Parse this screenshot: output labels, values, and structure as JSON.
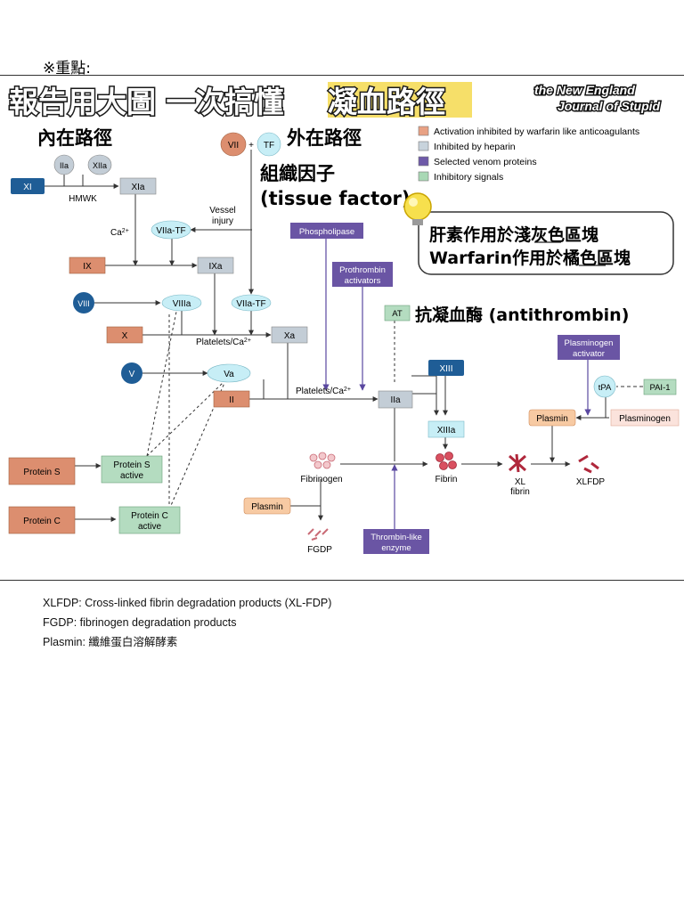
{
  "header": {
    "heading": "※重點:"
  },
  "figure": {
    "title_plain": "報告用大圖 一次搞懂",
    "title_highlight": "凝血路徑",
    "journal_line1": "the New England",
    "journal_line2": "Journal of Stupid",
    "intrinsic_label": "內在路徑",
    "extrinsic_label": "外在路徑",
    "tissue_factor_zh": "組織因子",
    "tissue_factor_en": "(tissue factor)",
    "callout_line1": "肝素作用於淺灰色區塊",
    "callout_line2": "Warfarin作用於橘色區塊",
    "antithrombin_label": "抗凝血酶 (antithrombin)",
    "legend": [
      {
        "label": "Activation inhibited by warfarin like anticoagulants",
        "color": "#e8a184"
      },
      {
        "label": "Inhibited by heparin",
        "color": "#c8d3dc"
      },
      {
        "label": "Selected venom proteins",
        "color": "#6e5aa8"
      },
      {
        "label": "Inhibitory signals",
        "color": "#a9d8b5"
      }
    ],
    "nodes": {
      "xi": "XI",
      "iia_top": "IIa",
      "xiia": "XIIa",
      "hmwk": "HMWK",
      "xia": "XIa",
      "vii": "VII",
      "plus": "+",
      "tf": "TF",
      "vessel_1": "Vessel",
      "vessel_2": "injury",
      "ca1": "Ca",
      "ca1_sup": "2+",
      "viia_tf_mid": "VIIa-TF",
      "ix": "IX",
      "ixa": "IXa",
      "viii": "VIII",
      "viiia": "VIIIa",
      "viia_tf_low": "VIIa-TF",
      "x": "X",
      "platelets1": "Platelets/Ca",
      "platelets1_sup": "2+",
      "xa": "Xa",
      "v": "V",
      "va": "Va",
      "ii": "II",
      "platelets2": "Platelets/Ca",
      "platelets2_sup": "2+",
      "iia": "IIa",
      "phospholipase": "Phospholipase",
      "prothrombin_1": "Prothrombin",
      "prothrombin_2": "activators",
      "at": "AT",
      "xiii": "XIII",
      "xiiia": "XIIIa",
      "plasminogen_act_1": "Plasminogen",
      "plasminogen_act_2": "activator",
      "tpa": "tPA",
      "pai1": "PAI-1",
      "plasmin_right": "Plasmin",
      "plasminogen": "Plasminogen",
      "protein_s": "Protein S",
      "protein_s_active_1": "Protein S",
      "protein_s_active_2": "active",
      "protein_c": "Protein C",
      "protein_c_active_1": "Protein C",
      "protein_c_active_2": "active",
      "fibrinogen": "Fibrinogen",
      "fibrin": "Fibrin",
      "xl_fibrin_1": "XL",
      "xl_fibrin_2": "fibrin",
      "xlfdp": "XLFDP",
      "plasmin_left": "Plasmin",
      "fgdp": "FGDP",
      "thrombin_like_1": "Thrombin-like",
      "thrombin_like_2": "enzyme"
    }
  },
  "notes": [
    "XLFDP: Cross-linked fibrin degradation products (XL-FDP)",
    "FGDP: fibrinogen degradation products",
    "Plasmin: 纖維蛋白溶解酵素"
  ],
  "colors": {
    "orange": "#dc8e6f",
    "grey": "#c3cdd6",
    "navy": "#1f5d96",
    "cyan": "#c7eef6",
    "venom": "#6a55a4",
    "green": "#b4dcc0",
    "highlight": "#f2d34c",
    "rule": "#333333"
  }
}
